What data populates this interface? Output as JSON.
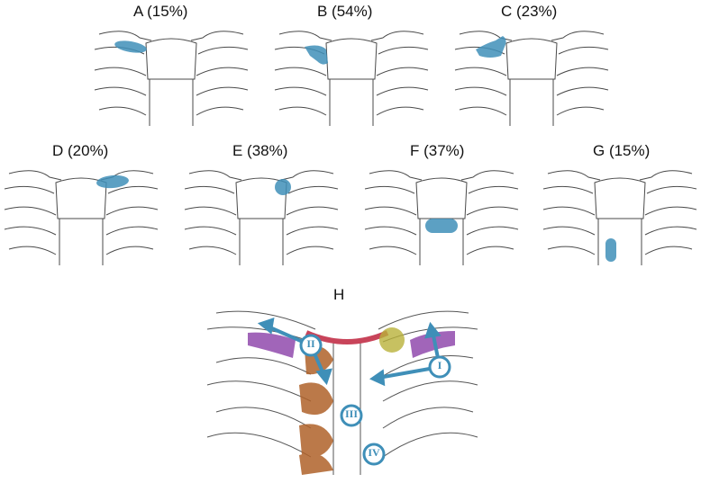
{
  "panels": [
    {
      "id": "A",
      "label": "A (15%)"
    },
    {
      "id": "B",
      "label": "B (54%)"
    },
    {
      "id": "C",
      "label": "C (23%)"
    },
    {
      "id": "D",
      "label": "D (20%)"
    },
    {
      "id": "E",
      "label": "E (38%)"
    },
    {
      "id": "F",
      "label": "F (37%)"
    },
    {
      "id": "G",
      "label": "G (15%)"
    }
  ],
  "detail": {
    "label": "H",
    "markers": [
      "I",
      "II",
      "III",
      "IV"
    ]
  },
  "colors": {
    "highlight": "#3f8fb8",
    "bone_outline": "#4a4a4a",
    "muscle_purple": "#8a3fa8",
    "muscle_brown": "#b0622a",
    "ligament_red": "#c8445a",
    "ligament_yellow": "#b9b23a"
  }
}
